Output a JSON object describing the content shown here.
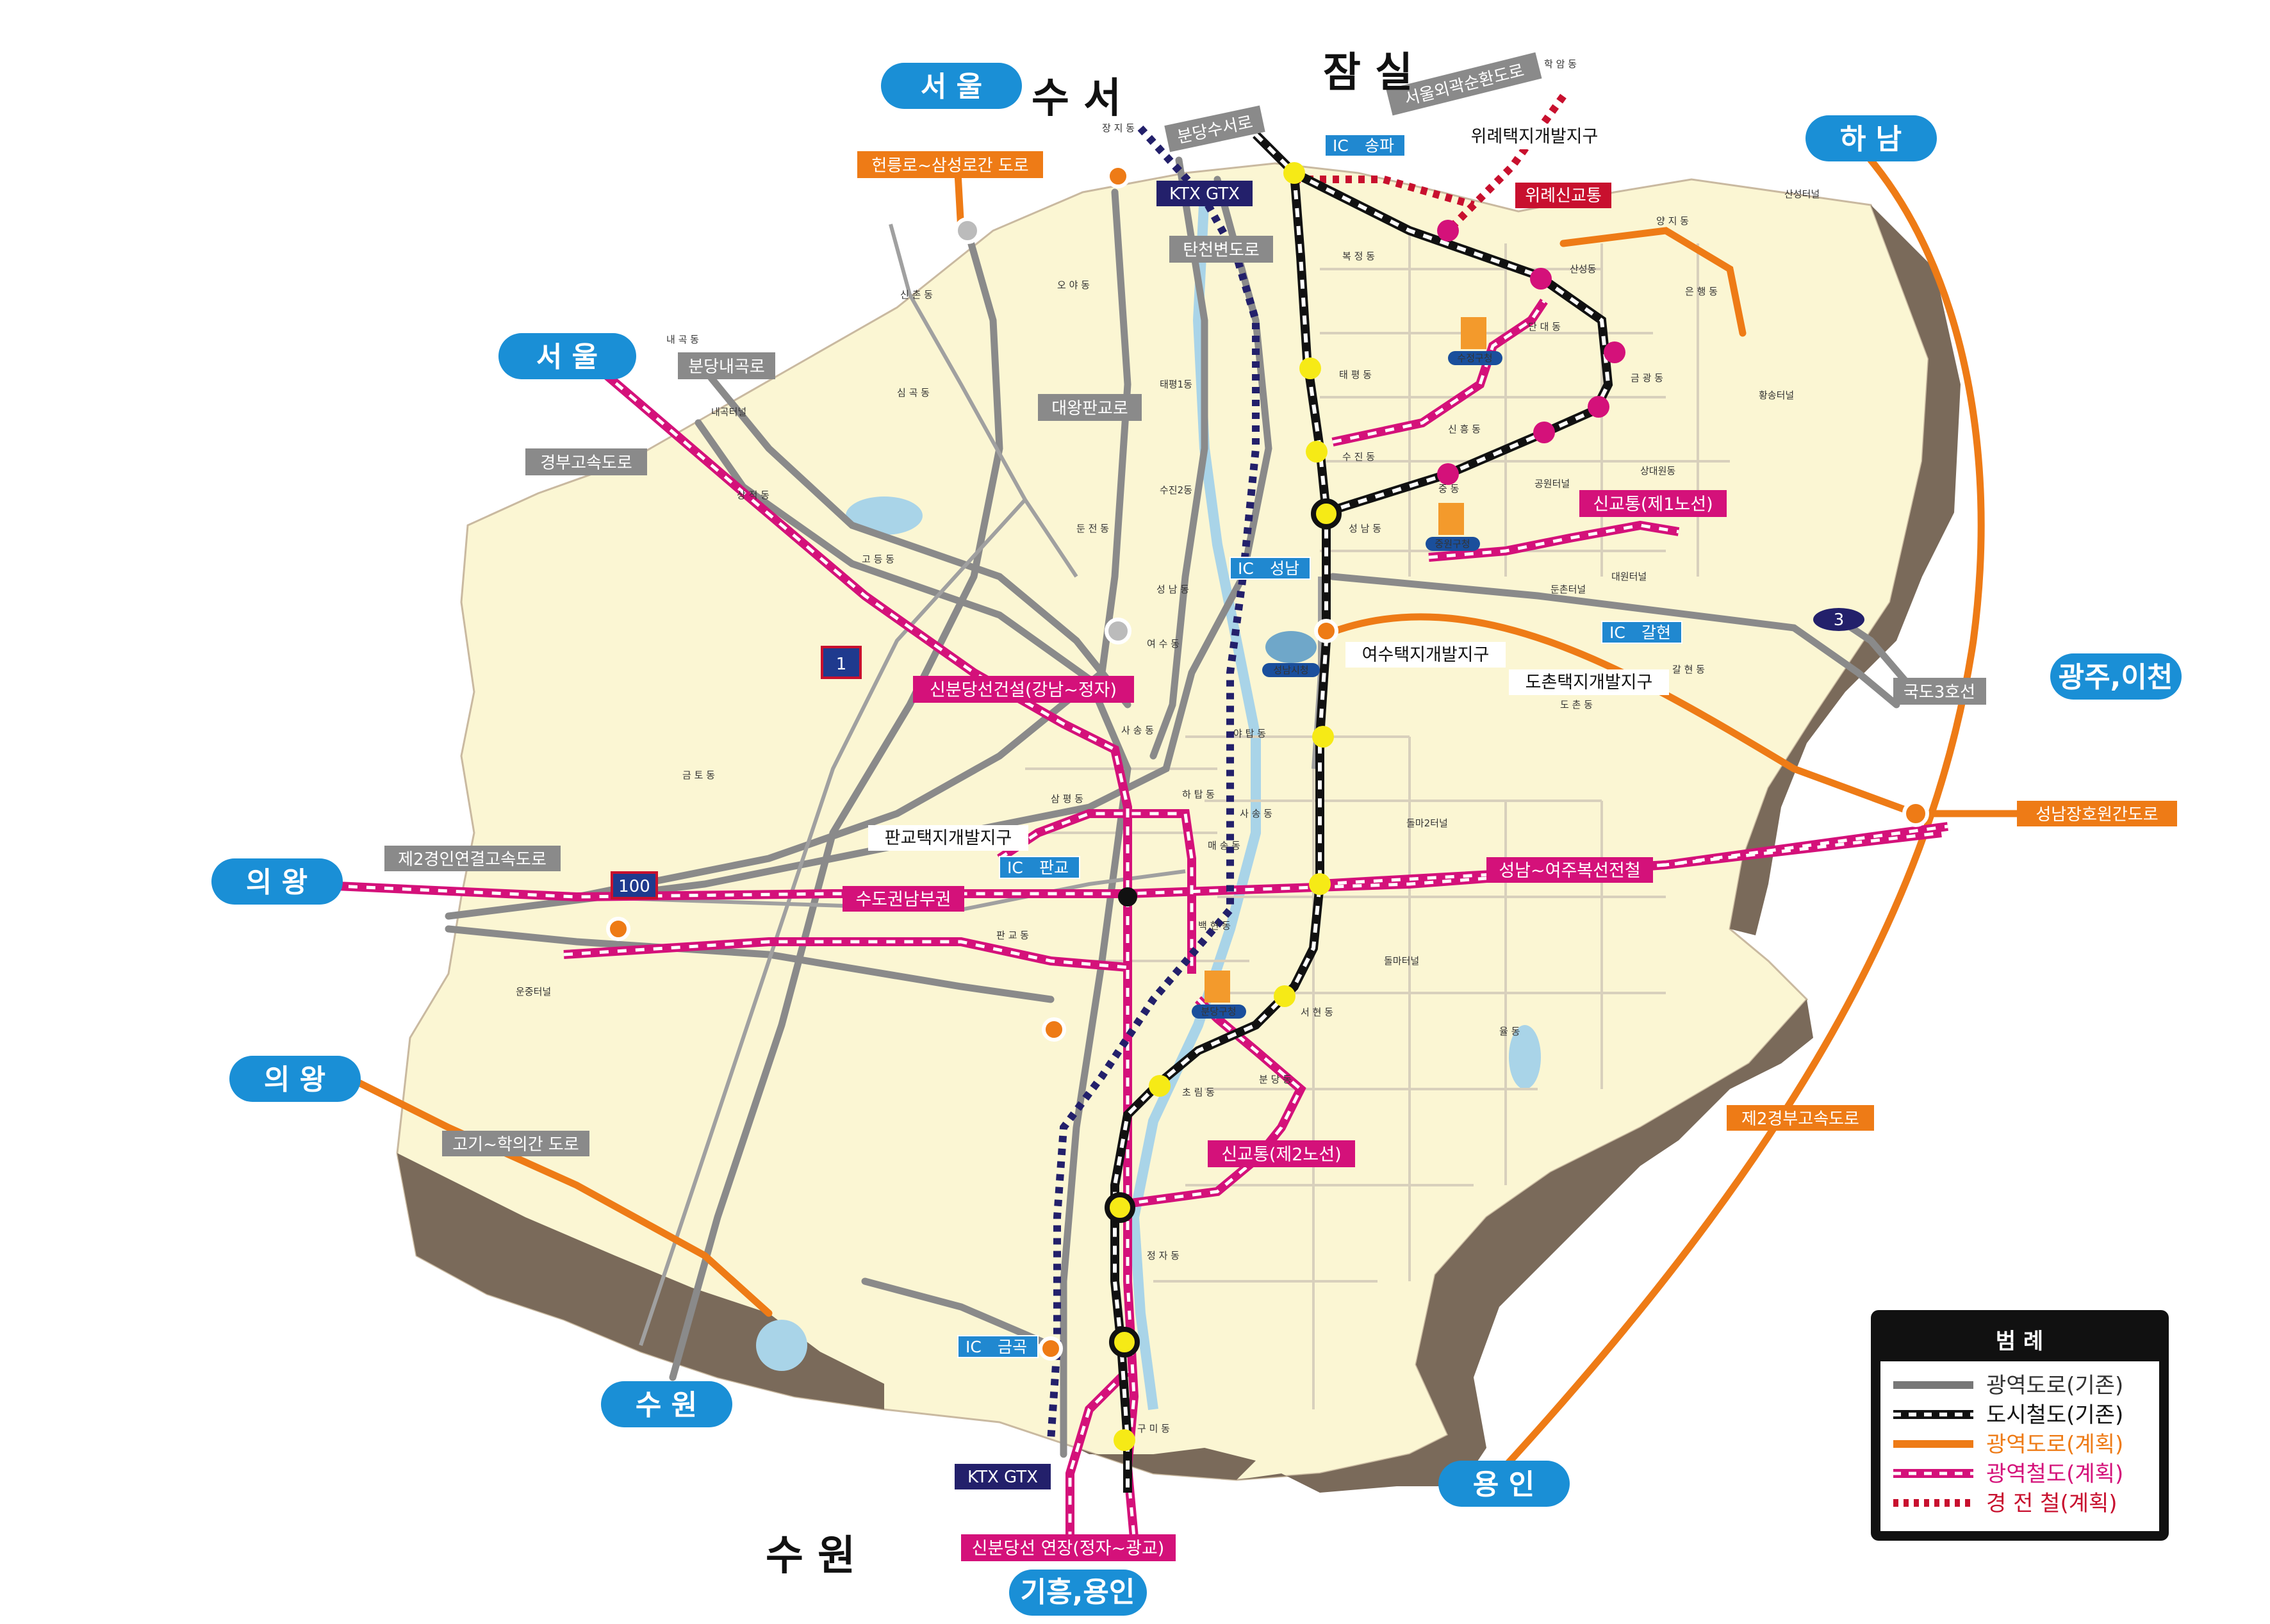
{
  "destinations": {
    "seoul_top": "서 울",
    "seoul_left": "서 울",
    "uiwang_1": "의 왕",
    "uiwang_2": "의 왕",
    "suwon_left": "수 원",
    "giheung": "기흥,용인",
    "yongin": "용 인",
    "gwangju": "광주,이천",
    "hanam": "하 남"
  },
  "area_names": {
    "suseo": "수 서",
    "jamsil": "잠 실",
    "suwon_bottom": "수 원"
  },
  "road_labels": {
    "heolleung": "헌릉로~삼성로간 도로",
    "bundang_naegok": "분당내곡로",
    "gyeongbu": "경부고속도로",
    "daewang_pangyo": "대왕판교로",
    "bundang_suseo": "분당수서로",
    "tancheon": "탄천변도로",
    "seoul_ring": "서울외곽순환도로",
    "wirye_lrt": "위례신교통",
    "sinbundang": "신분당선건설(강남~정자)",
    "second_gyeongin": "제2경인연결고속도로",
    "capital_south": "수도권남부권",
    "seongnam_yeoju": "성남~여주복선전철",
    "seongnam_janghowon": "성남장호원간도로",
    "national_3": "국도3호선",
    "gogi_hagui": "고기~학의간 도로",
    "sinkyotong1": "신교통(제1노선)",
    "sinkyotong2": "신교통(제2노선)",
    "second_gyeongbu": "제2경부고속도로",
    "sinbundang_ext": "신분당선 연장(정자~광교)",
    "ktx_gtx_top": "KTX GTX",
    "ktx_gtx_bottom": "KTX GTX"
  },
  "districts": {
    "wirye": "위례택지개발지구",
    "yeosu": "여수택지개발지구",
    "dochon": "도촌택지개발지구",
    "pangyo": "판교택지개발지구"
  },
  "ic": {
    "songpa_prefix": "IC",
    "songpa": "송파",
    "seongnam_prefix": "IC",
    "seongnam": "성남",
    "galhyeon_prefix": "IC",
    "galhyeon": "갈현",
    "pangyo_prefix": "IC",
    "pangyo": "판교",
    "geumgok_prefix": "IC",
    "geumgok": "금곡"
  },
  "route_shields": {
    "r1": "1",
    "r100": "100",
    "r3": "3"
  },
  "buildings": {
    "sujeong_office": "수정구청",
    "jungwon_office": "중원구청",
    "seongnam_city_hall": "성남시청",
    "bundang_office": "분당구청"
  },
  "dong_names": [
    "학 암 동",
    "장 지 동",
    "복 정 동",
    "오 야 동",
    "신 촌 동",
    "양 지 동",
    "산성동",
    "단 대 동",
    "은 행 동",
    "금 광 동",
    "태 평 동",
    "신 흥 동",
    "수 진 동",
    "상대원동",
    "중 동",
    "성 남 동",
    "둔촌터널",
    "대원터널",
    "공원터널",
    "산성터널",
    "황송터널",
    "내 곡 동",
    "내곡터널",
    "심 곡 동",
    "상 적 동",
    "고 등 동",
    "둔 전 동",
    "수진2동",
    "태평1동",
    "성 남 동",
    "여 수 동",
    "갈 현 동",
    "도 촌 동",
    "사 송 동",
    "야 탑 동",
    "금 토 동",
    "삼 평 동",
    "하 탑 동",
    "사 송 동",
    "매 송 동",
    "돌마2터널",
    "백 현 동",
    "판 교 동",
    "운중터널",
    "돌마터널",
    "서 현 동",
    "율 동",
    "초 림 동",
    "분 당 동",
    "정 자 동",
    "구 미 동"
  ],
  "legend": {
    "title": "범 례",
    "items": [
      {
        "label": "광역도로(기존)",
        "color": "#777777"
      },
      {
        "label": "도시철도(기존)",
        "color": "#111111"
      },
      {
        "label": "광역도로(계획)",
        "color": "#ee7b16"
      },
      {
        "label": "광역철도(계획)",
        "color": "#d4117a"
      },
      {
        "label": "경 전 철(계획)",
        "color": "#c8102e"
      }
    ]
  },
  "colors": {
    "land": "#fbf6d3",
    "mountain": "#7a6a5a",
    "existing_road": "#888888",
    "city_rail": "#111111",
    "planned_road": "#ee7b16",
    "metro_rail": "#d4117a",
    "lrt": "#c8102e",
    "destination_badge": "#1a8fd6",
    "ic_badge": "#2088d0",
    "ktx_gtx": "#23206b"
  }
}
